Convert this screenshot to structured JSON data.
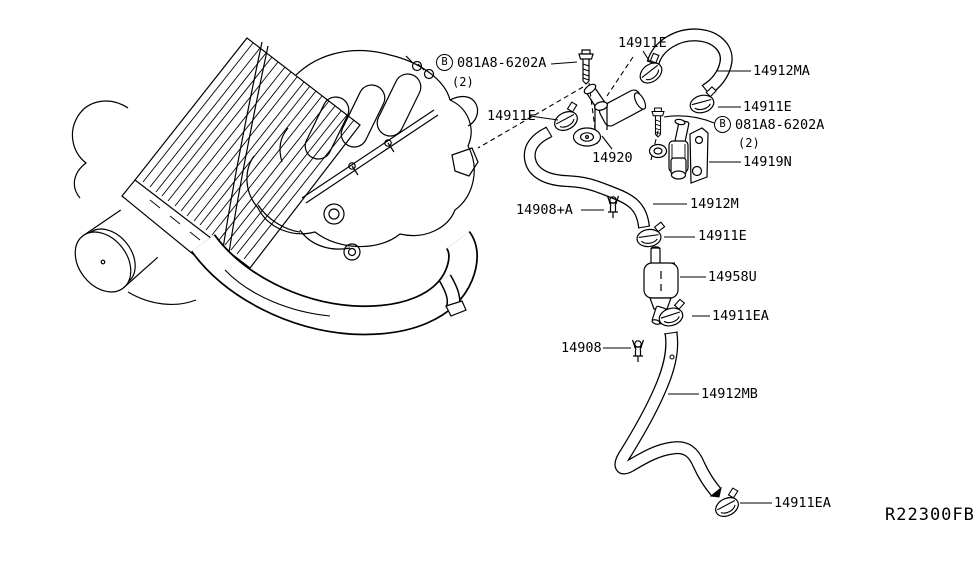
{
  "page": {
    "background_color": "#ffffff",
    "line_color": "#000000"
  },
  "diagram": {
    "ref_code": "R22300FB",
    "callouts": {
      "bolt_left": {
        "badge": "B",
        "part_no": "081A8-6202A",
        "qty": "(2)"
      },
      "bolt_right": {
        "badge": "B",
        "part_no": "081A8-6202A",
        "qty": "(2)"
      },
      "clamp_top": "14911E",
      "hose_upper": "14912MA",
      "clamp_upper_right": "14911E",
      "clamp_valve_left": "14911E",
      "valve_main": "14920",
      "valve_bracket": "14919N",
      "clip_hose_mid": "14908+A",
      "hose_mid": "14912M",
      "clamp_mid": "14911E",
      "valve_lower": "14958U",
      "clamp_lower": "14911EA",
      "clip_lower": "14908",
      "hose_lower": "14912MB",
      "clamp_bottom": "14911EA"
    }
  }
}
